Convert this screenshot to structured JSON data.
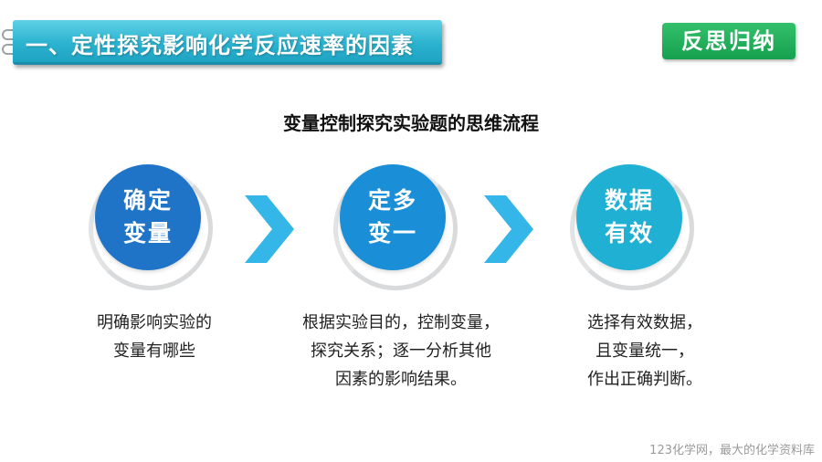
{
  "header": {
    "title": "一、定性探究影响化学反应速率的因素",
    "badge": "反思归纳"
  },
  "subtitle": "变量控制探究实验题的思维流程",
  "steps": [
    {
      "line1": "确定",
      "line2": "变量",
      "desc": [
        "明确影响实验的",
        "变量有哪些"
      ]
    },
    {
      "line1": "定多",
      "line2": "变一",
      "desc": [
        "根据实验目的，控制变量，",
        "探究关系；逐一分析其他",
        "因素的影响结果。"
      ]
    },
    {
      "line1": "数据",
      "line2": "有效",
      "desc": [
        "选择有效数据，",
        "且变量统一，",
        "作出正确判断。"
      ]
    }
  ],
  "footer": "123化学网，最大的化学资料库",
  "colors": {
    "banner": "#2bb3d0",
    "badge": "#15a04e",
    "step1": "#1f74c8",
    "step2": "#1a8ed6",
    "step3": "#1fb0d4",
    "arrow": "#35b6e8"
  },
  "icons": [
    "binder-ring-icon",
    "chevron-right-icon"
  ]
}
